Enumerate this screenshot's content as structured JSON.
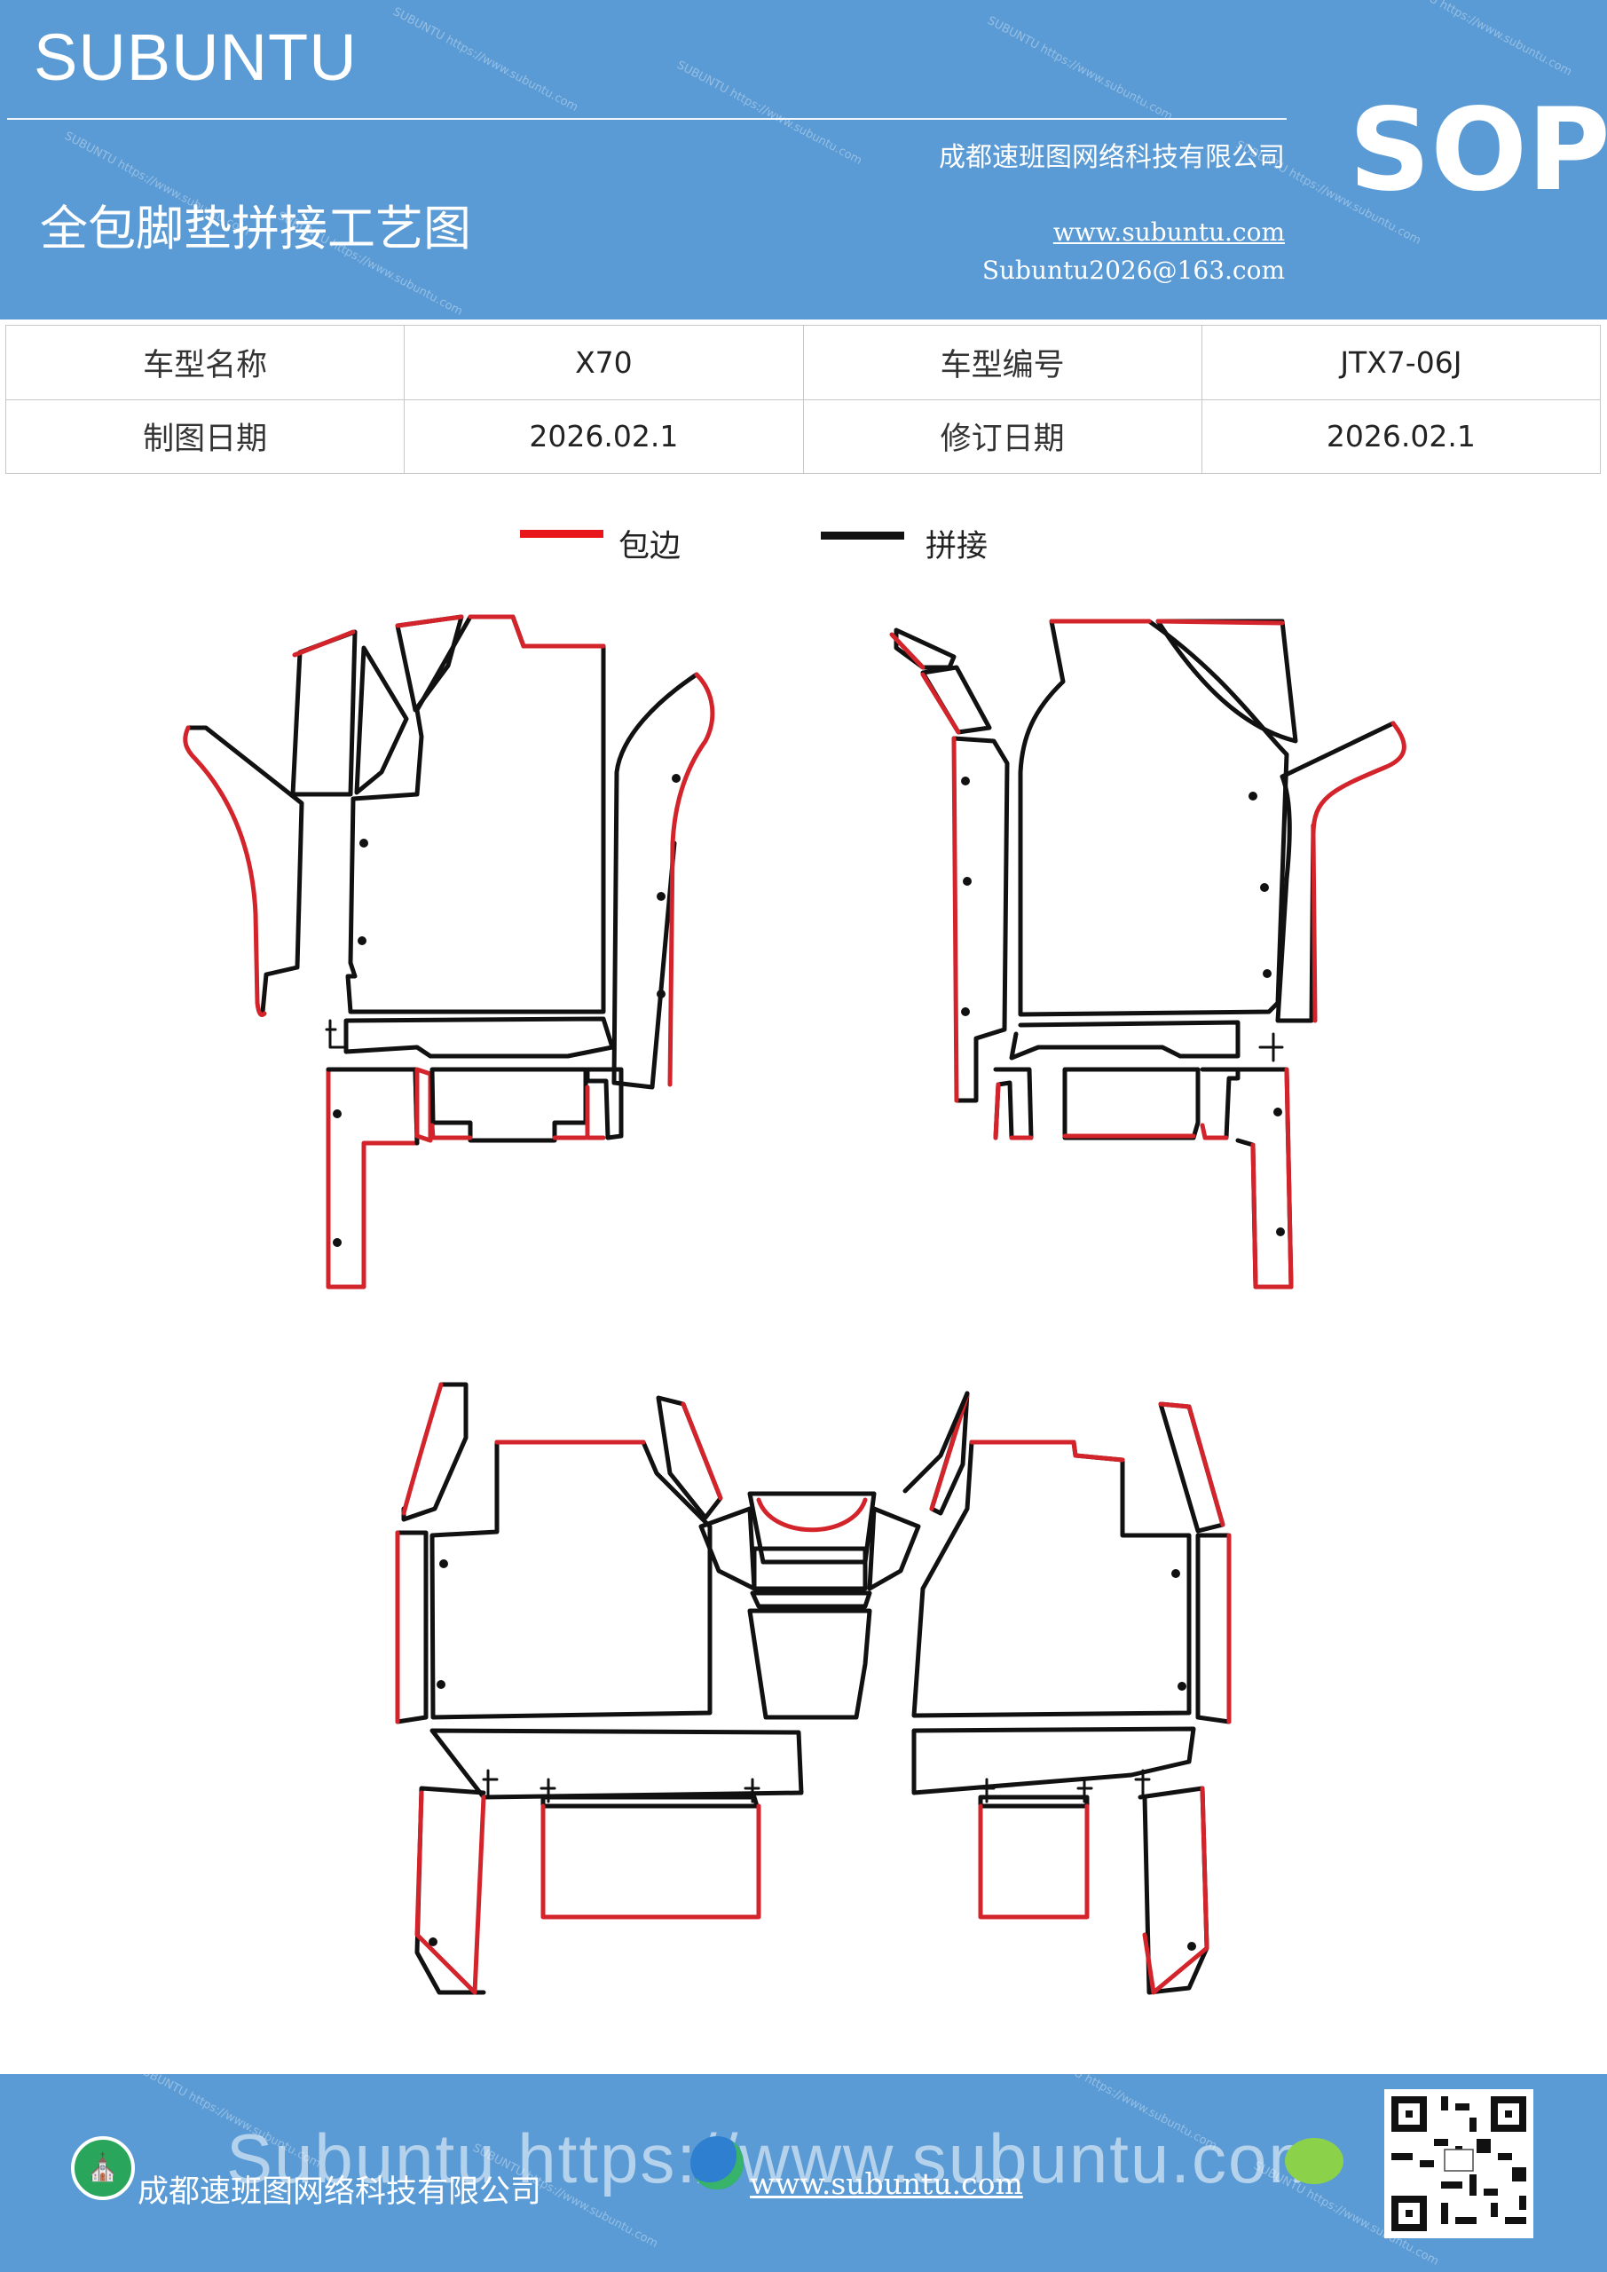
{
  "header": {
    "brand": "SUBUNTU",
    "badge": "SOP",
    "company": "成都速班图网络科技有限公司",
    "title": "全包脚垫拼接工艺图",
    "url": "www.subuntu.com",
    "email": "Subuntu2026@163.com",
    "watermark": "SUBUNTU https://www.subuntu.com"
  },
  "info_table": {
    "rows": [
      [
        "车型名称",
        "X70",
        "车型编号",
        "JTX7-06J"
      ],
      [
        "制图日期",
        "2026.02.1",
        "修订日期",
        "2026.02.1"
      ]
    ]
  },
  "legend": [
    {
      "label": "包边",
      "color": "#e8151b"
    },
    {
      "label": "拼接",
      "color": "#111111"
    }
  ],
  "footer": {
    "company": "成都速班图网络科技有限公司",
    "url": "www.subuntu.com",
    "watermark": "Subuntu https://www.subuntu.com",
    "icons": [
      "building-icon",
      "globe-icon",
      "wechat-icon",
      "qr-code"
    ]
  }
}
